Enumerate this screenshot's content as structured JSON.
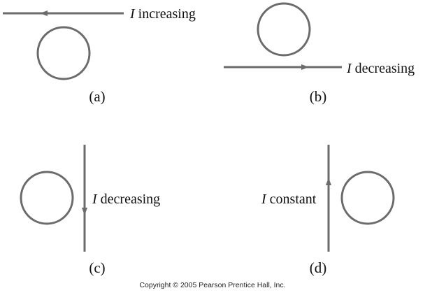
{
  "current_symbol": "I",
  "colors": {
    "stroke": "#6b6b6b",
    "text": "#111111"
  },
  "panels": [
    {
      "id": "a",
      "caption": "(a)",
      "state": "increasing",
      "current_direction": "left"
    },
    {
      "id": "b",
      "caption": "(b)",
      "state": "decreasing",
      "current_direction": "right"
    },
    {
      "id": "c",
      "caption": "(c)",
      "state": "decreasing",
      "current_direction": "down"
    },
    {
      "id": "d",
      "caption": "(d)",
      "state": "constant",
      "current_direction": "up"
    }
  ],
  "copyright": "Copyright © 2005 Pearson Prentice Hall, Inc."
}
